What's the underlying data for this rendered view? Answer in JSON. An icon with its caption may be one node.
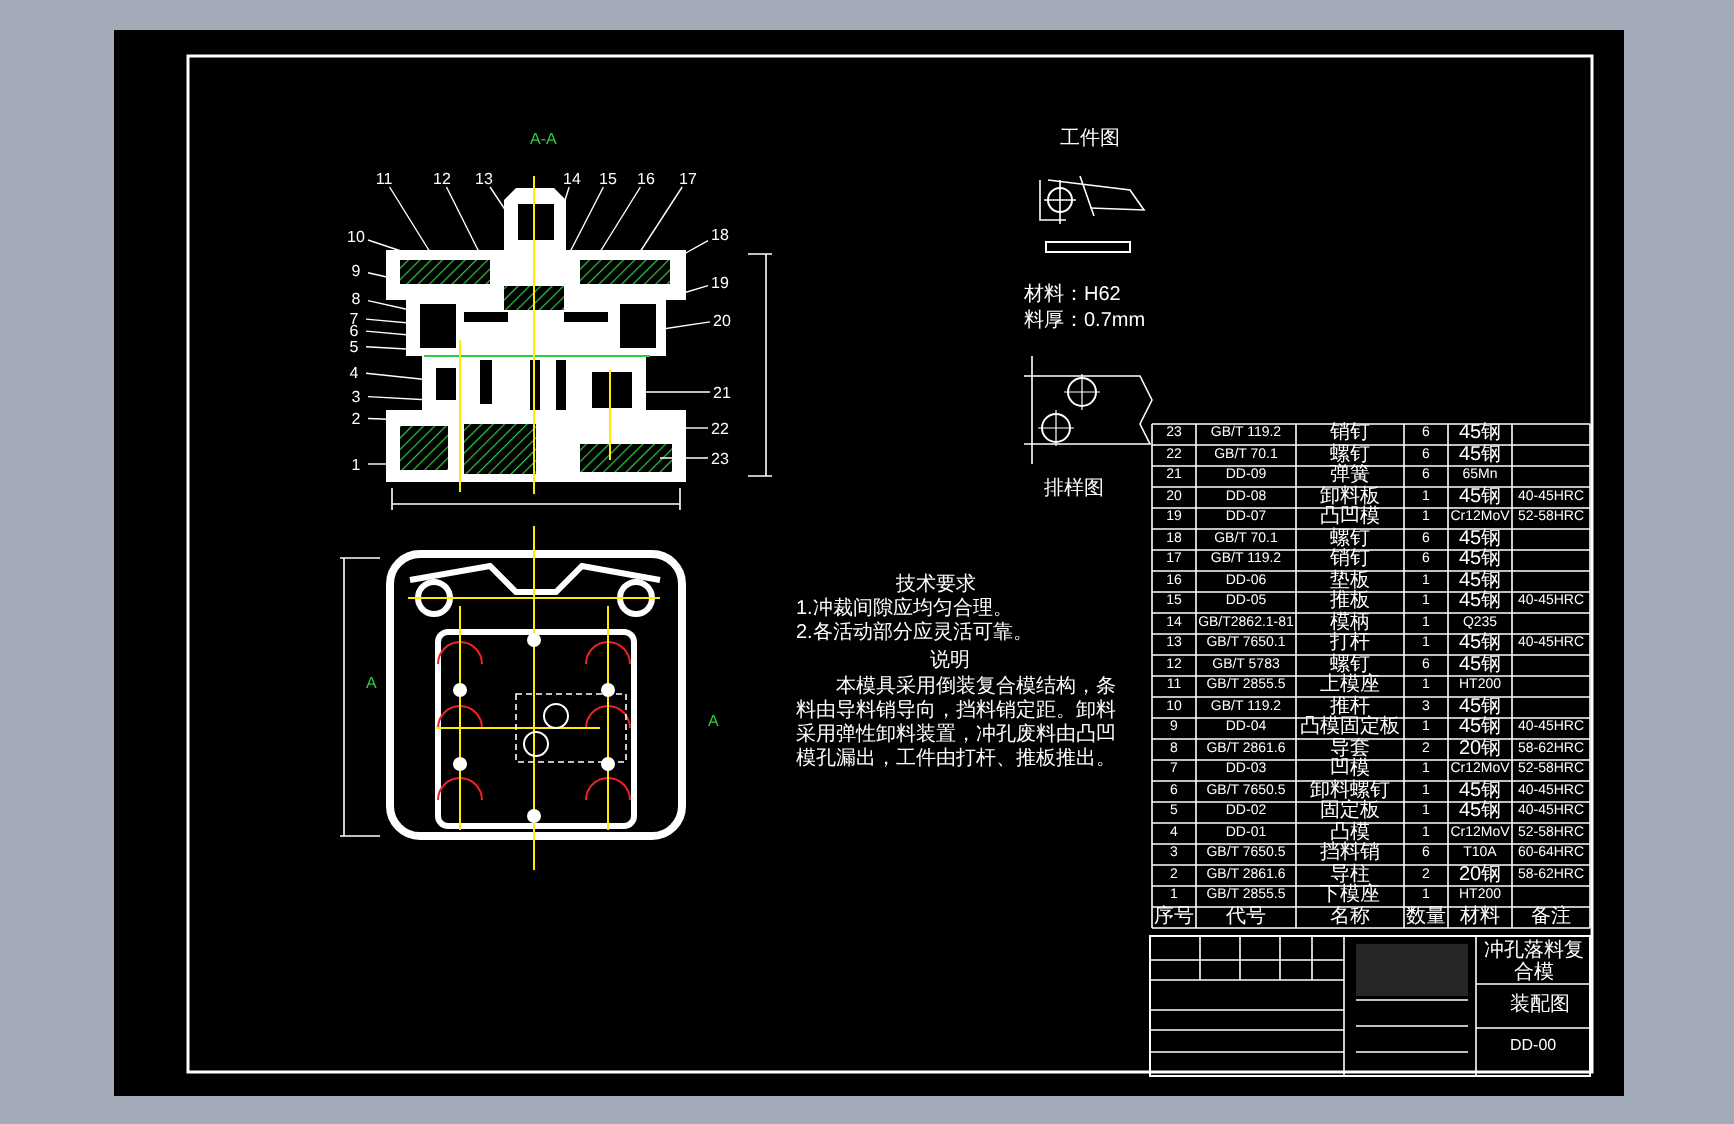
{
  "diagram": {
    "nodes": [
      {
        "text": [
          "1"
        ]
      },
      {
        "text": [
          "2"
        ]
      },
      {
        "text": [
          "3"
        ]
      },
      {
        "text": [
          "4"
        ]
      },
      {
        "text": [
          "5"
        ]
      },
      {
        "text": [
          "6"
        ]
      },
      {
        "text": [
          "7"
        ]
      },
      {
        "text": [
          "8"
        ]
      },
      {
        "text": [
          "9"
        ]
      },
      {
        "text": [
          "10"
        ]
      },
      {
        "text": [
          "11"
        ]
      },
      {
        "text": [
          "12"
        ]
      },
      {
        "text": [
          "13"
        ]
      },
      {
        "text": [
          "14"
        ]
      },
      {
        "text": [
          "15"
        ]
      },
      {
        "text": [
          "16"
        ]
      },
      {
        "text": [
          "17"
        ]
      },
      {
        "text": [
          "18"
        ]
      },
      {
        "text": [
          "19"
        ]
      },
      {
        "text": [
          "20"
        ]
      },
      {
        "text": [
          "21"
        ]
      },
      {
        "text": [
          "22"
        ]
      },
      {
        "text": [
          "23"
        ]
      },
      {
        "text": [],
        "shape": "picture"
      }
    ],
    "edges": [
      {
        "from": 0,
        "to": 23,
        "arrow": "none"
      },
      {
        "from": 1,
        "to": 23,
        "arrow": "none"
      },
      {
        "from": 2,
        "to": 23,
        "arrow": "none"
      },
      {
        "from": 3,
        "to": 23,
        "arrow": "none"
      },
      {
        "from": 4,
        "to": 23,
        "arrow": "none"
      },
      {
        "from": 5,
        "to": 23,
        "arrow": "none"
      },
      {
        "from": 6,
        "to": 23,
        "arrow": "none"
      },
      {
        "from": 7,
        "to": 23,
        "arrow": "none"
      },
      {
        "from": 8,
        "to": 23,
        "arrow": "none"
      },
      {
        "from": 9,
        "to": 23,
        "arrow": "none"
      },
      {
        "from": 10,
        "to": 23,
        "arrow": "none"
      },
      {
        "from": 11,
        "to": 23,
        "arrow": "none"
      },
      {
        "from": 12,
        "to": 23,
        "arrow": "none"
      },
      {
        "from": 13,
        "to": 23,
        "arrow": "none"
      },
      {
        "from": 14,
        "to": 23,
        "arrow": "none"
      },
      {
        "from": 15,
        "to": 23,
        "arrow": "none"
      },
      {
        "from": 16,
        "to": 23,
        "arrow": "none"
      },
      {
        "from": 17,
        "to": 23,
        "arrow": "none"
      },
      {
        "from": 18,
        "to": 23,
        "arrow": "none"
      },
      {
        "from": 19,
        "to": 23,
        "arrow": "none"
      },
      {
        "from": 20,
        "to": 23,
        "arrow": "none"
      },
      {
        "from": 21,
        "to": 23,
        "arrow": "none"
      },
      {
        "from": 22,
        "to": 23,
        "arrow": "none"
      }
    ],
    "labels": [
      "A-A",
      "工件图",
      "材料：H62",
      "料厚：0.7mm",
      "排样图",
      "A",
      "A",
      "技术要求",
      "1.冲裁间隙应均匀合理。",
      "2.各活动部分应灵活可靠。",
      "说明",
      "本模具采用倒装复合模结构，条料由导料销导向，挡料销定距。卸料采用弹性卸料装置，冲孔废料由凸凹模孔漏出，工件由打杆、推板推出。",
      "23",
      "GB/T 119.2",
      "销钉",
      "6",
      "45钢",
      "22",
      "GB/T 70.1",
      "螺钉",
      "6",
      "45钢",
      "21",
      "DD-09",
      "弹簧",
      "6",
      "65Mn",
      "20",
      "DD-08",
      "卸料板",
      "1",
      "45钢",
      "40-45HRC",
      "19",
      "DD-07",
      "凸凹模",
      "1",
      "Cr12MoV",
      "52-58HRC",
      "18",
      "GB/T 70.1",
      "螺钉",
      "6",
      "45钢",
      "17",
      "GB/T 119.2",
      "销钉",
      "6",
      "45钢",
      "16",
      "DD-06",
      "垫板",
      "1",
      "45钢",
      "15",
      "DD-05",
      "推板",
      "1",
      "45钢",
      "40-45HRC",
      "14",
      "GB/T2862.1-81",
      "模柄",
      "1",
      "Q235",
      "13",
      "GB/T 7650.1",
      "打杆",
      "1",
      "45钢",
      "40-45HRC",
      "12",
      "GB/T 5783",
      "螺钉",
      "6",
      "45钢",
      "11",
      "GB/T 2855.5",
      "上模座",
      "1",
      "HT200",
      "10",
      "GB/T 119.2",
      "推杆",
      "3",
      "45钢",
      "9",
      "DD-04",
      "凸模固定板",
      "1",
      "45钢",
      "40-45HRC",
      "8",
      "GB/T 2861.6",
      "导套",
      "2",
      "20钢",
      "58-62HRC",
      "7",
      "DD-03",
      "凹模",
      "1",
      "Cr12MoV",
      "52-58HRC",
      "6",
      "GB/T 7650.5",
      "卸料螺钉",
      "1",
      "45钢",
      "40-45HRC",
      "5",
      "DD-02",
      "固定板",
      "1",
      "45钢",
      "40-45HRC",
      "4",
      "DD-01",
      "凸模",
      "1",
      "Cr12MoV",
      "52-58HRC",
      "3",
      "GB/T 7650.5",
      "挡料销",
      "6",
      "T10A",
      "60-64HRC",
      "2",
      "GB/T 2861.6",
      "导柱",
      "2",
      "20钢",
      "58-62HRC",
      "1",
      "GB/T 2855.5",
      "下模座",
      "1",
      "HT200",
      "序号",
      "代号",
      "名称",
      "数量",
      "材料",
      "备注",
      "冲孔落料复合模",
      "装配图",
      "DD-00"
    ]
  }
}
